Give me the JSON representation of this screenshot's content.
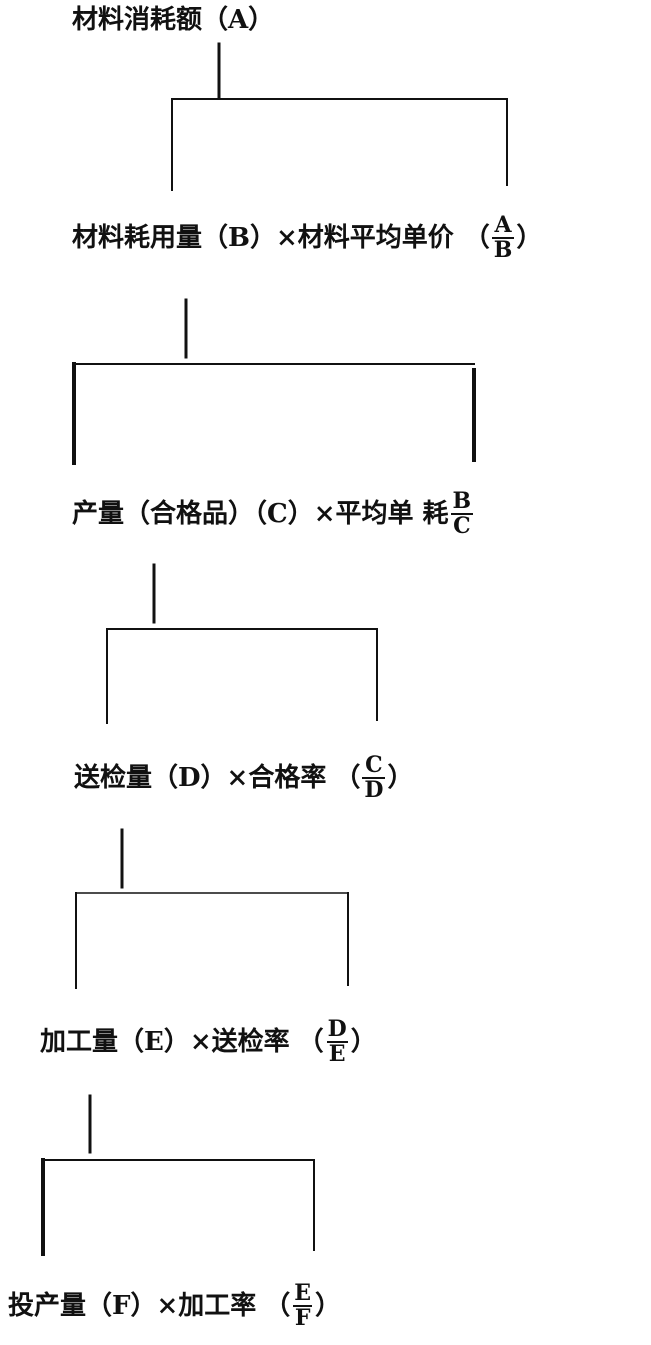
{
  "root": {
    "text": "材料消耗额（A）"
  },
  "levels": [
    {
      "prefix": "材料耗用量（B）×材料平均单价",
      "open": "（",
      "num": "A",
      "den": "B",
      "close": "）"
    },
    {
      "prefix": "产量（合格品）（C）×平均单 耗",
      "open": "",
      "num": "B",
      "den": "C",
      "close": ""
    },
    {
      "prefix": "送检量（D）×合格率",
      "open": "（",
      "num": "C",
      "den": "D",
      "close": "）"
    },
    {
      "prefix": "加工量（E）×送检率",
      "open": "（",
      "num": "D",
      "den": "E",
      "close": "）"
    },
    {
      "prefix": "投产量（F）×加工率",
      "open": "（",
      "num": "E",
      "den": "F",
      "close": "）"
    }
  ]
}
